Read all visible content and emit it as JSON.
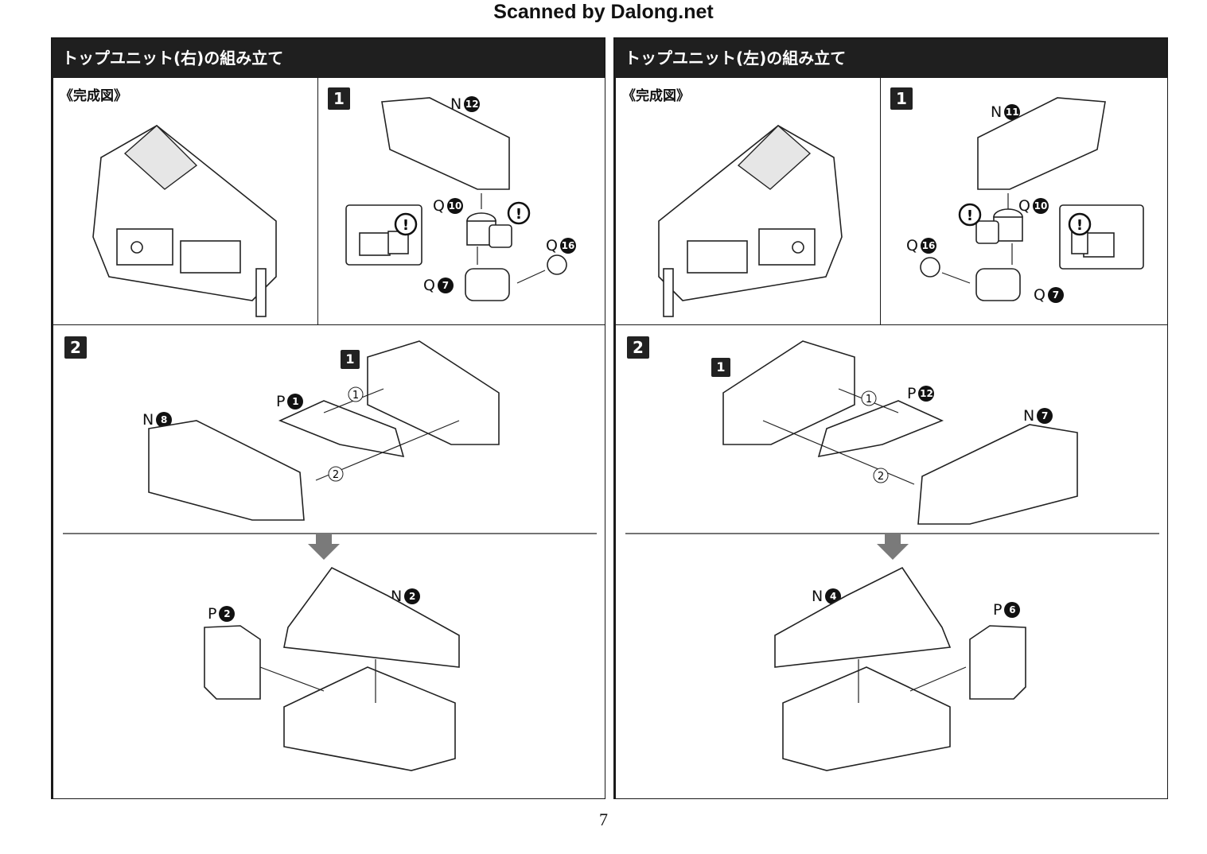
{
  "header": {
    "scan_credit": "Scanned by Dalong.net"
  },
  "left": {
    "title": "トップユニット(右)の組み立て",
    "completed_label": "《完成図》",
    "step1": {
      "number": "1",
      "labels": [
        {
          "letter": "N",
          "num": "12"
        },
        {
          "letter": "Q",
          "num": "10"
        },
        {
          "letter": "Q",
          "num": "16"
        },
        {
          "letter": "Q",
          "num": "7"
        }
      ]
    },
    "step2": {
      "number": "2",
      "sub_step": "1",
      "labels": [
        {
          "letter": "P",
          "num": "1"
        },
        {
          "letter": "N",
          "num": "8"
        },
        {
          "letter": "N",
          "num": "2"
        },
        {
          "letter": "P",
          "num": "2"
        }
      ],
      "circle1": "1",
      "circle2": "2"
    }
  },
  "right": {
    "title": "トップユニット(左)の組み立て",
    "completed_label": "《完成図》",
    "step1": {
      "number": "1",
      "labels": [
        {
          "letter": "N",
          "num": "11"
        },
        {
          "letter": "Q",
          "num": "10"
        },
        {
          "letter": "Q",
          "num": "16"
        },
        {
          "letter": "Q",
          "num": "7"
        }
      ]
    },
    "step2": {
      "number": "2",
      "sub_step": "1",
      "labels": [
        {
          "letter": "P",
          "num": "12"
        },
        {
          "letter": "N",
          "num": "7"
        },
        {
          "letter": "N",
          "num": "4"
        },
        {
          "letter": "P",
          "num": "6"
        }
      ],
      "circle1": "1",
      "circle2": "2"
    }
  },
  "page_number": "7",
  "icons": [
    "warning-icon",
    "down-arrow-icon"
  ]
}
